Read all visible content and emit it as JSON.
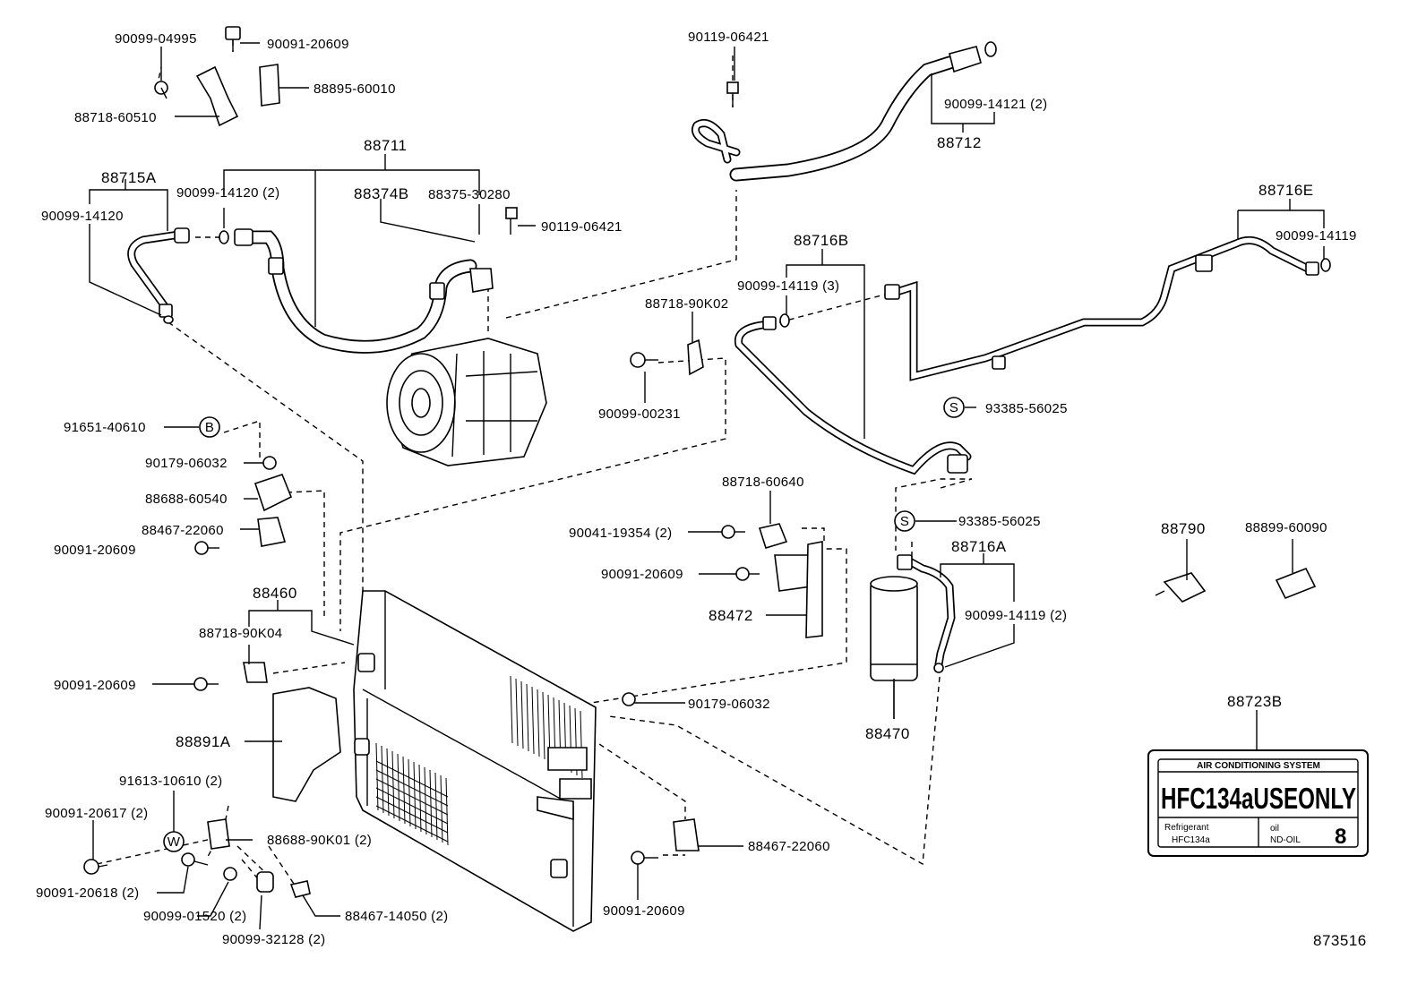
{
  "labels": {
    "p90099_04995": "90099-04995",
    "p90091_20609_a": "90091-20609",
    "p88895_60010": "88895-60010",
    "p88718_60510": "88718-60510",
    "p88711": "88711",
    "p88715A": "88715A",
    "p90099_14120_2": "90099-14120 (2)",
    "p88374B": "88374B",
    "p88375_30280": "88375-30280",
    "p90099_14120": "90099-14120",
    "p90119_06421_a": "90119-06421",
    "p90119_06421_b": "90119-06421",
    "p90099_14121_2": "90099-14121 (2)",
    "p88712": "88712",
    "p88716E": "88716E",
    "p90099_14119_a": "90099-14119",
    "p88716B": "88716B",
    "p90099_14119_3": "90099-14119 (3)",
    "p88718_90K02": "88718-90K02",
    "p90099_00231": "90099-00231",
    "p91651_40610": "91651-40610",
    "p90179_06032_a": "90179-06032",
    "p88688_60540": "88688-60540",
    "p88467_22060_a": "88467-22060",
    "p90091_20609_b": "90091-20609",
    "p93385_56025_a": "93385-56025",
    "p88718_60640": "88718-60640",
    "p90041_19354_2": "90041-19354 (2)",
    "p90091_20609_c": "90091-20609",
    "p88472": "88472",
    "p93385_56025_b": "93385-56025",
    "p88716A": "88716A",
    "p90099_14119_2": "90099-14119 (2)",
    "p88470": "88470",
    "p88790": "88790",
    "p88899_60090": "88899-60090",
    "p88460": "88460",
    "p88718_90K04": "88718-90K04",
    "p90091_20609_d": "90091-20609",
    "p90179_06032_b": "90179-06032",
    "p88891A": "88891A",
    "p91613_10610_2": "91613-10610 (2)",
    "p90091_20617_2": "90091-20617 (2)",
    "p88688_90K01_2": "88688-90K01 (2)",
    "p88467_22060_b": "88467-22060",
    "p90091_20618_2": "90091-20618 (2)",
    "p90099_01520_2": "90099-01520 (2)",
    "p88467_14050_2": "88467-14050 (2)",
    "p90099_32128_2": "90099-32128 (2)",
    "p90091_20609_e": "90091-20609",
    "p88723B": "88723B",
    "figure_no": "873516"
  },
  "markers": {
    "B": "B",
    "S1": "S",
    "S2": "S",
    "W": "W"
  },
  "label_plate": {
    "title": "AIR CONDITIONING SYSTEM",
    "main": "HFC134aUSEONLY",
    "refrigerant_label": "Refrigerant",
    "refrigerant_value": "HFC134a",
    "oil_label": "oil",
    "oil_value": "ND-OIL",
    "oil_amount": "8"
  }
}
